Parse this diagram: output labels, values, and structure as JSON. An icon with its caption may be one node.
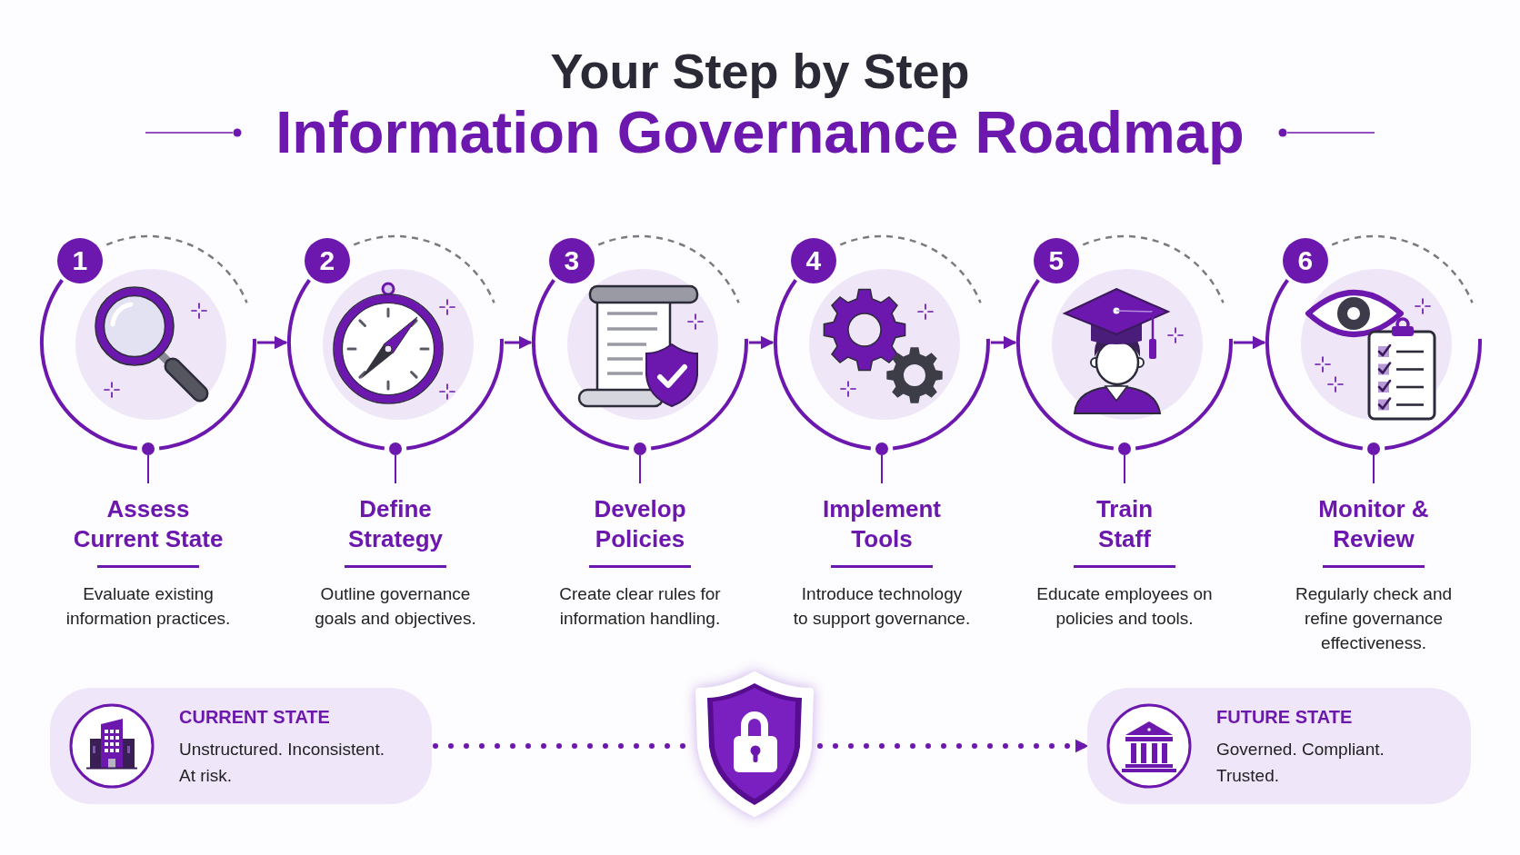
{
  "diagram": {
    "title": "Information Governance Roadmap",
    "labels": [
      "Your Step by Step"
    ],
    "nodes": [
      {
        "text": [
          "1",
          "Assess Current State",
          "Evaluate existing information practices."
        ]
      },
      {
        "text": [
          "2",
          "Define Strategy",
          "Outline governance goals and objectives."
        ]
      },
      {
        "text": [
          "3",
          "Develop Policies",
          "Create clear rules for information handling."
        ]
      },
      {
        "text": [
          "4",
          "Implement Tools",
          "Introduce technology to support governance."
        ]
      },
      {
        "text": [
          "5",
          "Train Staff",
          "Educate employees on policies and tools."
        ]
      },
      {
        "text": [
          "6",
          "Monitor & Review",
          "Regularly check and refine governance effectiveness."
        ]
      },
      {
        "text": [
          "CURRENT STATE",
          "Unstructured. Inconsistent. At risk."
        ]
      },
      {
        "text": [],
        "shape": "shield"
      },
      {
        "text": [
          "FUTURE STATE",
          "Governed. Compliant. Trusted."
        ]
      }
    ],
    "edges": [
      {
        "from": 0,
        "to": 1,
        "arrow": "to"
      },
      {
        "from": 1,
        "to": 2,
        "arrow": "to"
      },
      {
        "from": 2,
        "to": 3,
        "arrow": "to"
      },
      {
        "from": 3,
        "to": 4,
        "arrow": "to"
      },
      {
        "from": 4,
        "to": 5,
        "arrow": "to"
      },
      {
        "from": 6,
        "to": 7,
        "arrow": "none",
        "style": "dashed"
      },
      {
        "from": 7,
        "to": 8,
        "arrow": "to",
        "style": "dashed"
      }
    ]
  }
}
